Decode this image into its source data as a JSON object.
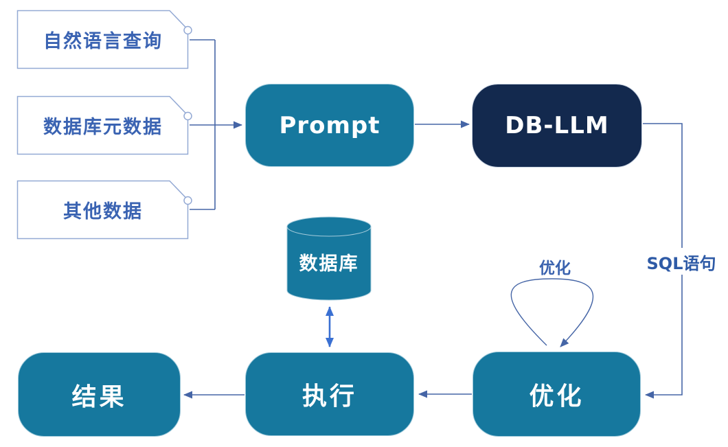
{
  "diagram": {
    "title_hint": "DB-LLM text-to-SQL flow diagram",
    "inputs": [
      {
        "label": "自然语言查询"
      },
      {
        "label": "数据库元数据"
      },
      {
        "label": "其他数据"
      }
    ],
    "nodes": {
      "prompt": {
        "label": "Prompt"
      },
      "db_llm": {
        "label": "DB-LLM"
      },
      "database": {
        "label": "数据库"
      },
      "optimize": {
        "label": "优化"
      },
      "execute": {
        "label": "执行"
      },
      "result": {
        "label": "结果"
      }
    },
    "edge_labels": {
      "sql_statement": "SQL语句",
      "self_loop": "优化"
    },
    "colors": {
      "teal_node": "#16789e",
      "navy_node": "#13294e",
      "connector": "#4565a6",
      "double_arrow": "#3a70d2",
      "callout_border": "#93a9d4",
      "callout_text": "#3a63b2",
      "node_text": "#ffffff"
    }
  }
}
